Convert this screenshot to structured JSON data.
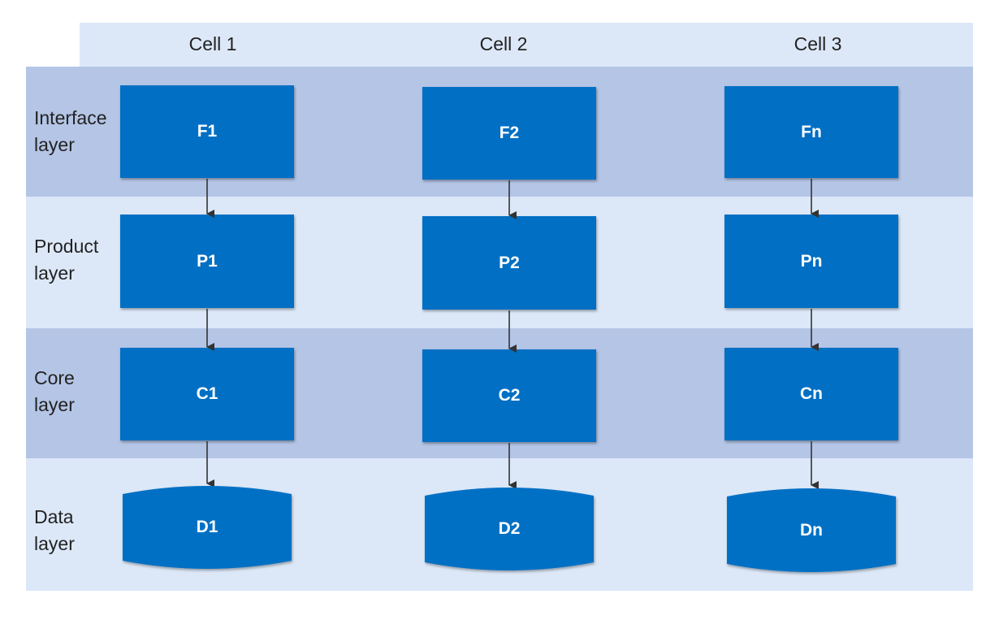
{
  "columns": [
    {
      "label": "Cell 1"
    },
    {
      "label": "Cell 2"
    },
    {
      "label": "Cell 3"
    }
  ],
  "rows": [
    {
      "label": "Interface\nlayer",
      "nodes": [
        "F1",
        "F2",
        "Fn"
      ]
    },
    {
      "label": "Product\nlayer",
      "nodes": [
        "P1",
        "P2",
        "Pn"
      ]
    },
    {
      "label": "Core\nlayer",
      "nodes": [
        "C1",
        "C2",
        "Cn"
      ]
    },
    {
      "label": "Data\nlayer",
      "nodes": [
        "D1",
        "D2",
        "Dn"
      ]
    }
  ],
  "colors": {
    "node_fill": "#006fc4",
    "band_dark": "#b4c5e6",
    "band_light": "#dce8f8",
    "arrow": "#333333"
  }
}
